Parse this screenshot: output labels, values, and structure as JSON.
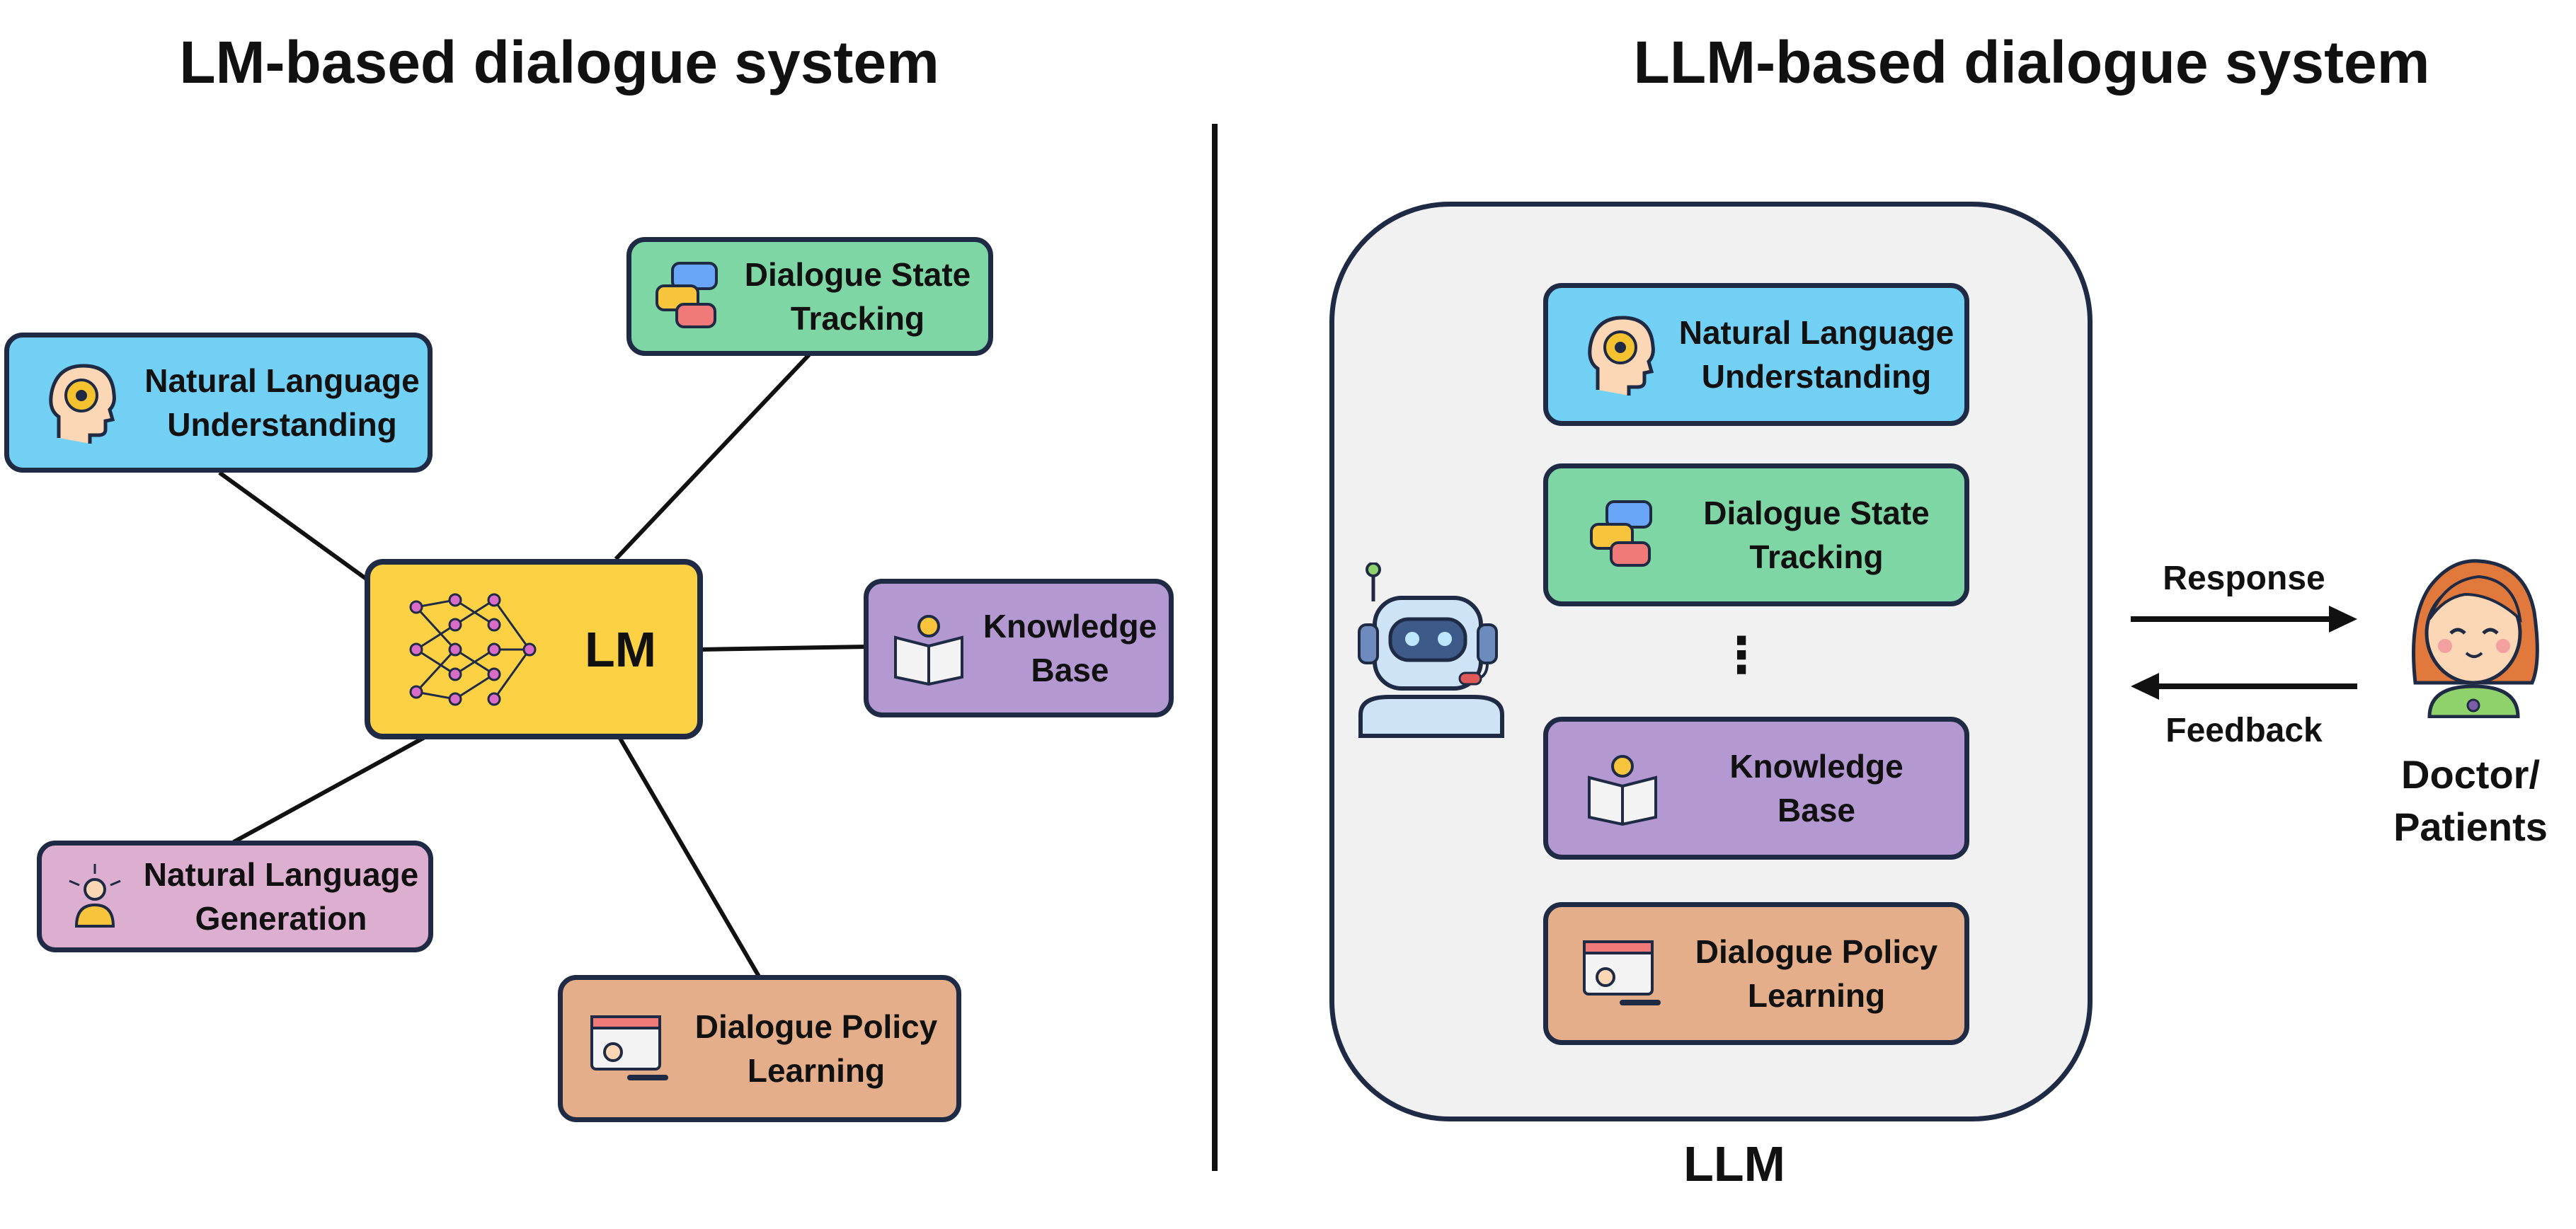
{
  "left_panel": {
    "title": "LM-based dialogue system",
    "center": "LM",
    "nodes": {
      "nlu": [
        "Natural Language",
        "Understanding"
      ],
      "dst": [
        "Dialogue State",
        "Tracking"
      ],
      "kb": [
        "Knowledge",
        "Base"
      ],
      "nlg": [
        "Natural Language",
        "Generation"
      ],
      "dpl": [
        "Dialogue Policy",
        "Learning"
      ]
    }
  },
  "right_panel": {
    "title": "LLM-based dialogue system",
    "container_label": "LLM",
    "modules": {
      "nlu": [
        "Natural Language",
        "Understanding"
      ],
      "dst": [
        "Dialogue State",
        "Tracking"
      ],
      "ellipsis": "⋮",
      "kb": [
        "Knowledge",
        "Base"
      ],
      "dpl": [
        "Dialogue Policy",
        "Learning"
      ]
    },
    "arrows": {
      "top": "Response",
      "bottom": "Feedback"
    },
    "user": [
      "Doctor/",
      "Patients"
    ]
  },
  "colors": {
    "nlu": "#73d0f5",
    "dst": "#7ed6a5",
    "kb": "#b498d2",
    "nlg": "#dcaed0",
    "dpl": "#e4ae8a",
    "lm": "#fdd144",
    "border": "#1f2a44",
    "container": "#f1f1f1"
  },
  "icons": {
    "nlu": "brain-head-icon",
    "dst": "chat-bubbles-icon",
    "kb": "book-lightbulb-icon",
    "nlg": "person-broadcast-icon",
    "dpl": "code-wrench-icon",
    "lm": "neural-network-icon",
    "robot": "robot-icon",
    "user": "doctor-avatar-icon"
  }
}
